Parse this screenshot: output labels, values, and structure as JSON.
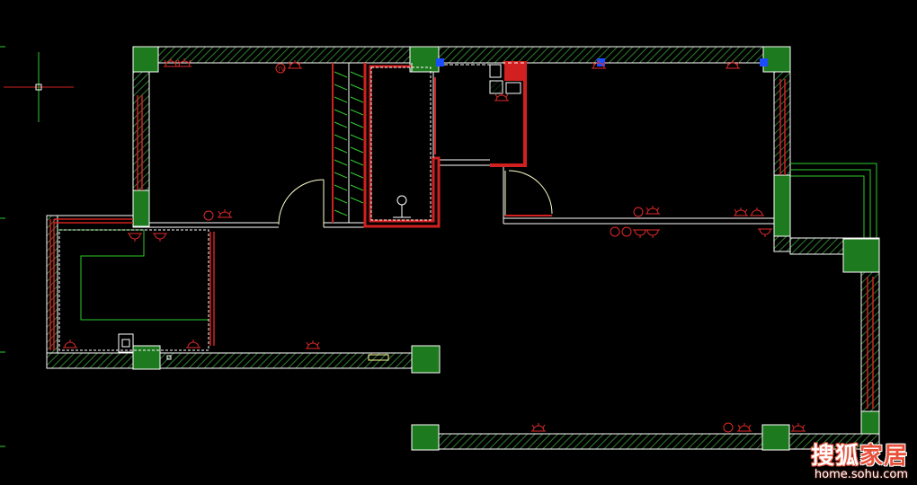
{
  "colors": {
    "background": "#000000",
    "wall_outline": "#ffffff",
    "wall_hatch": "#2f7d2f",
    "column_fill": "#1e7a1e",
    "window": "#d22020",
    "fixture": "#e02a2a",
    "door": "#ffffcc",
    "marker": "#1a4dff",
    "crosshair_h": "#d22020",
    "crosshair_v": "#2ecc2e"
  },
  "watermark": {
    "brand_part1": "搜狐",
    "brand_part2": "家居",
    "url": "home.sohu.com"
  }
}
